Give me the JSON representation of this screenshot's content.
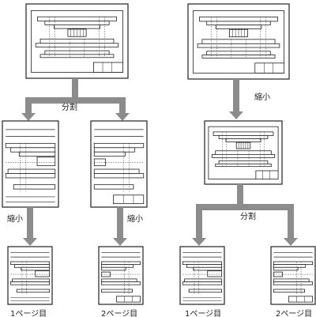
{
  "left": {
    "split_label": "分割",
    "shrink_label": "縮小",
    "page1_label": "1ページ目",
    "page2_label": "2ページ目"
  },
  "right": {
    "shrink_label": "縮小",
    "split_label": "分割",
    "page1_label": "1ページ目",
    "page2_label": "2ページ目"
  },
  "colors": {
    "arrow": "#8c8c8c",
    "frame": "#222222",
    "dash": "#555555"
  }
}
